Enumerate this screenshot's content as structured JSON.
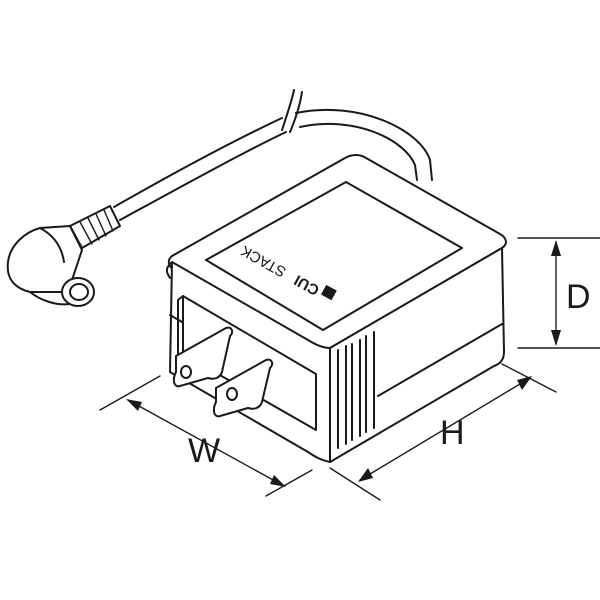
{
  "label": {
    "brand_strong": "CUI",
    "brand_light": "STACK"
  },
  "dimensions": {
    "d": "D",
    "h": "H",
    "w": "W"
  }
}
